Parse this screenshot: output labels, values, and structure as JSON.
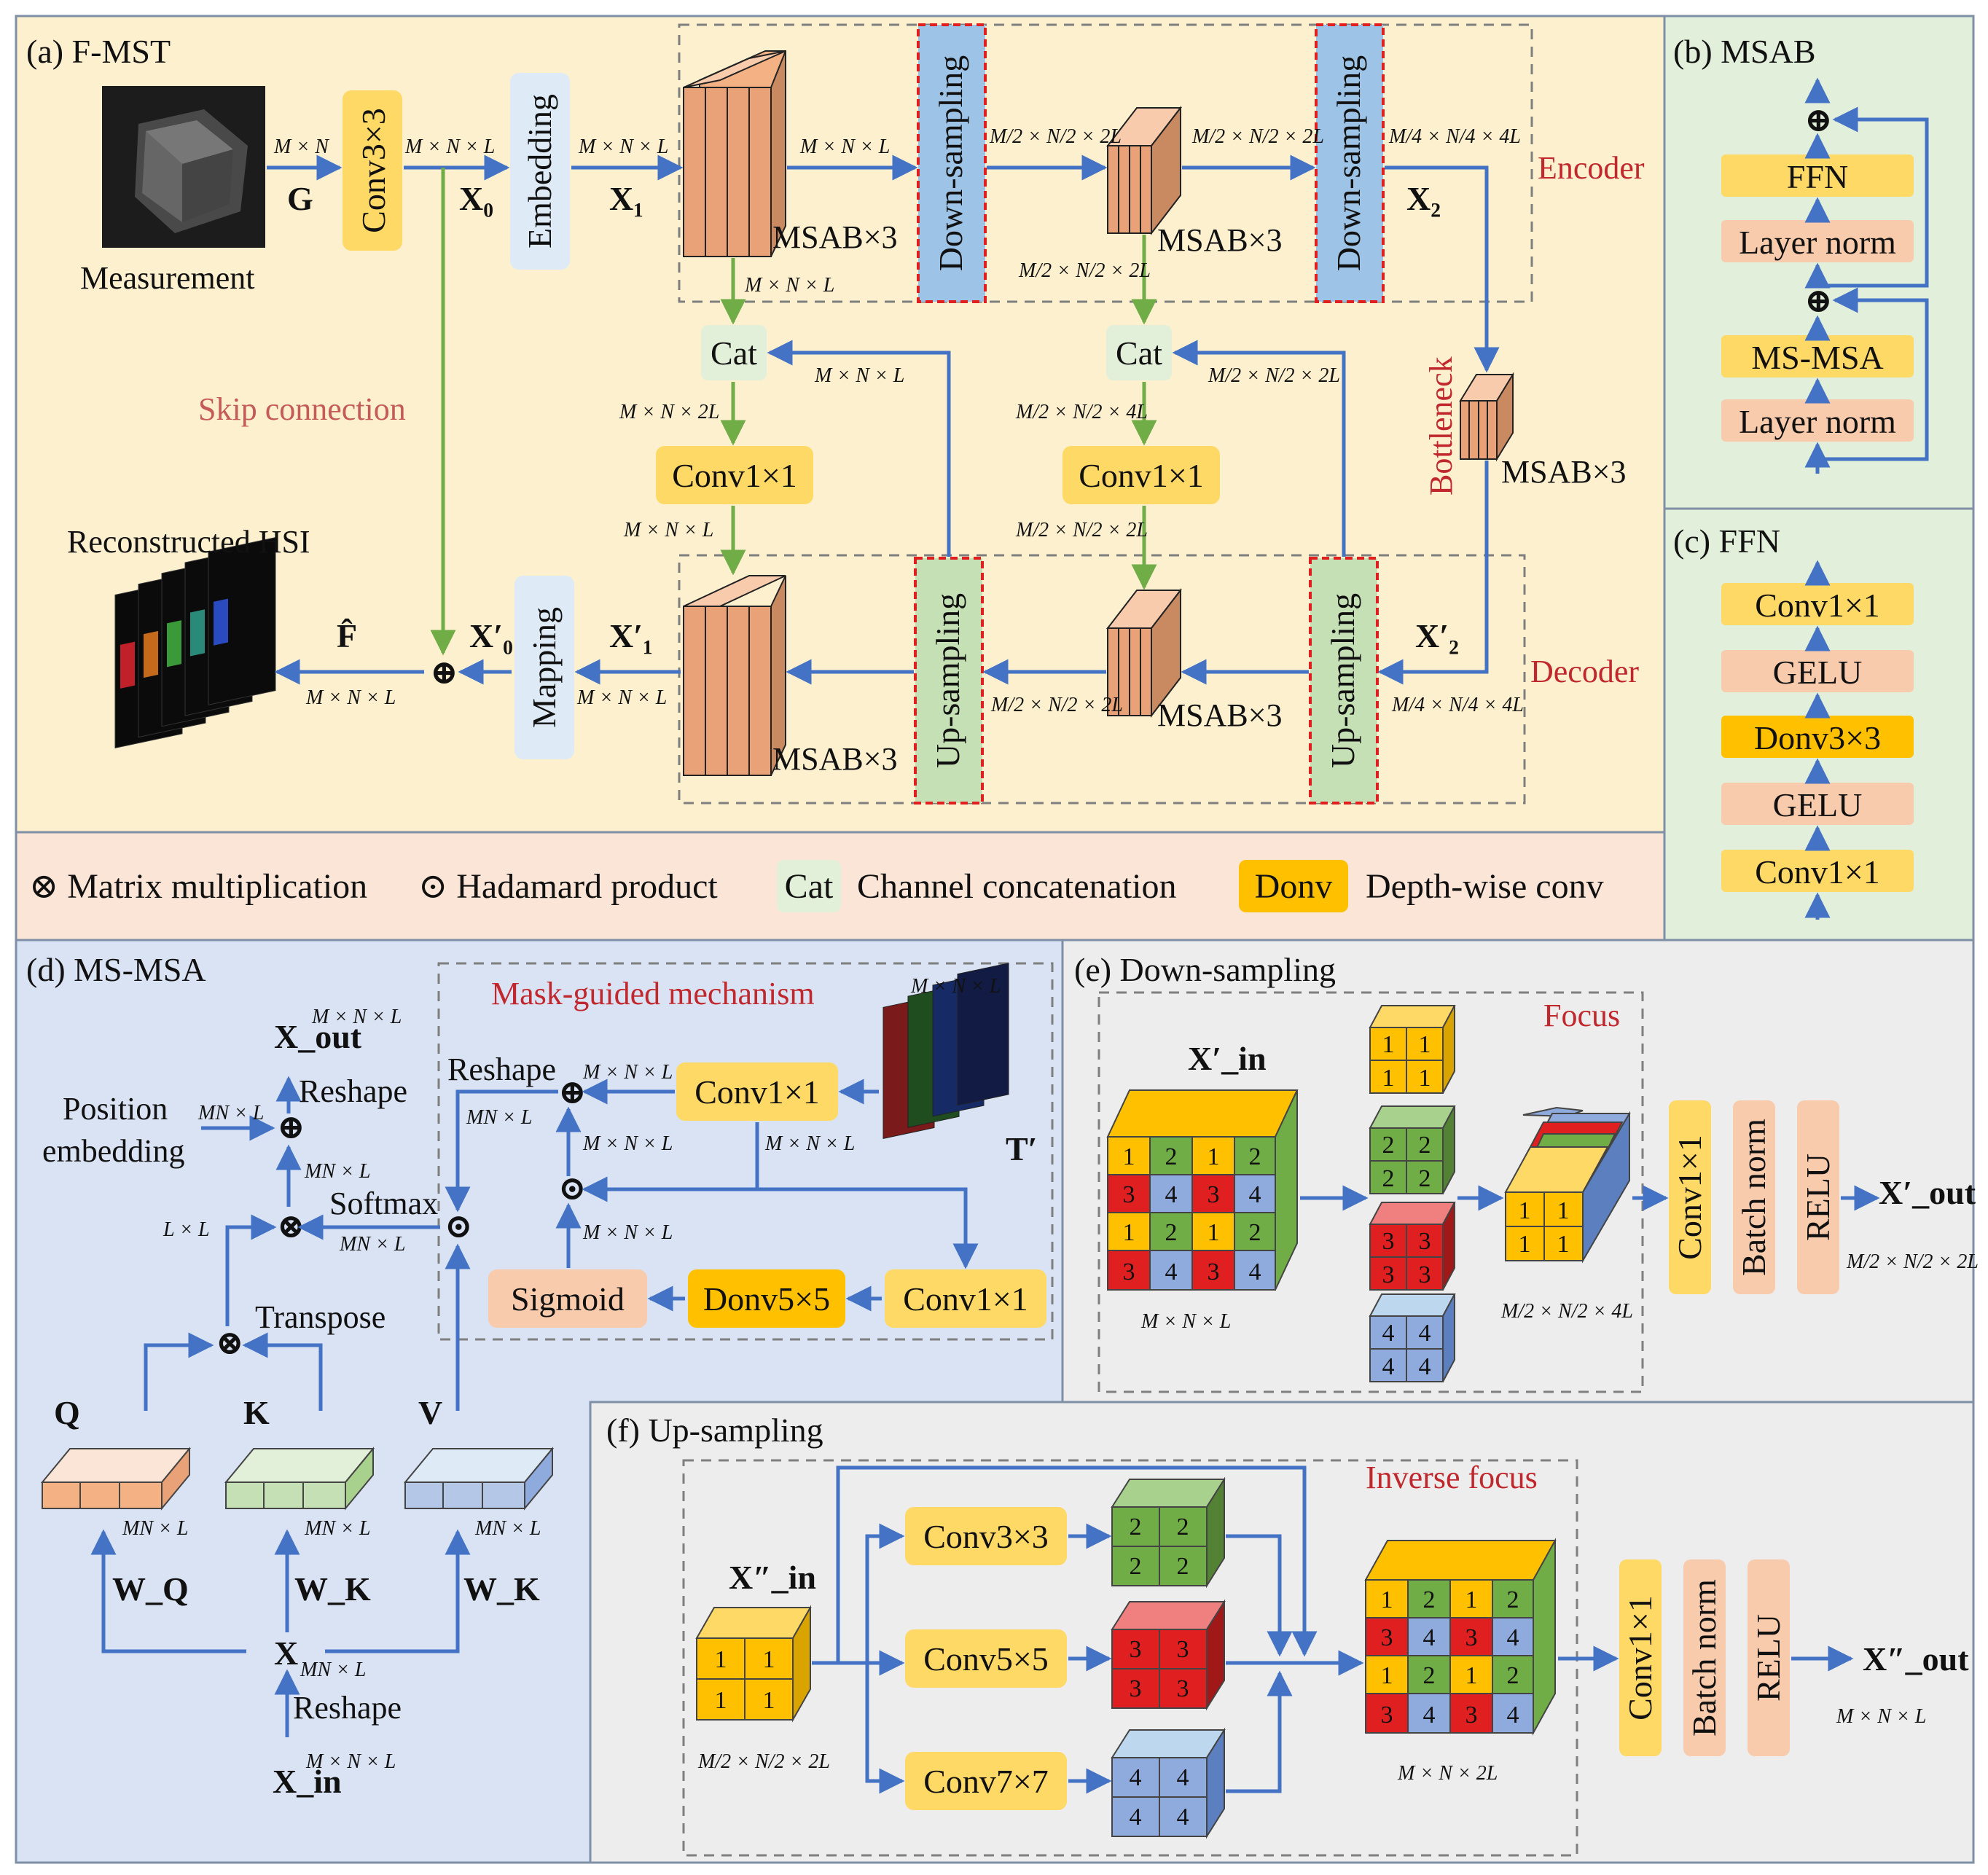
{
  "panels": {
    "a": "(a) F-MST",
    "b": "(b) MSAB",
    "c": "(c) FFN",
    "d": "(d) MS-MSA",
    "e": "(e) Down-sampling",
    "f": "(f) Up-sampling"
  },
  "a": {
    "measurement": "Measurement",
    "reconstructed": "Reconstructed HSI",
    "skip": "Skip connection",
    "encoder": "Encoder",
    "decoder": "Decoder",
    "bottleneck": "Bottleneck",
    "conv3": "Conv3×3",
    "embedding": "Embedding",
    "mapping": "Mapping",
    "down": "Down-sampling",
    "up": "Up-sampling",
    "cat": "Cat",
    "conv1": "Conv1×1",
    "msab3": "MSAB×3",
    "G": "G",
    "X0": "X₀",
    "X1": "X₁",
    "X2": "X₂",
    "X0p": "X′₀",
    "X1p": "X′₁",
    "X2p": "X′₂",
    "F": "F̂",
    "oplus": "⊕",
    "d_MN": "M × N",
    "d_MNL": "M × N × L",
    "d_MN2L": "M × N × 2L",
    "d_half2L": "M/2 × N/2 × 2L",
    "d_half4L": "M/2 × N/2 × 4L",
    "d_quarter4L": "M/4 × N/4 × 4L"
  },
  "b": {
    "ffn": "FFN",
    "layernorm": "Layer norm",
    "msmsa": "MS-MSA",
    "oplus": "⊕"
  },
  "c": {
    "conv1": "Conv1×1",
    "gelu": "GELU",
    "donv3": "Donv3×3"
  },
  "legend": {
    "matmul": "⊗ Matrix multiplication",
    "hadamard": "⊙ Hadamard product",
    "cat": "Cat",
    "cat_desc": "Channel concatenation",
    "donv": "Donv",
    "donv_desc": "Depth-wise conv"
  },
  "d": {
    "mask": "Mask-guided mechanism",
    "reshape": "Reshape",
    "position": "Position",
    "embedding": "embedding",
    "softmax": "Softmax",
    "transpose": "Transpose",
    "conv1": "Conv1×1",
    "donv5": "Donv5×5",
    "sigmoid": "Sigmoid",
    "Xout": "X_out",
    "Xin": "X_in",
    "X": "X",
    "Q": "Q",
    "K": "K",
    "V": "V",
    "WQ": "W_Q",
    "WK": "W_K",
    "Tp": "T′",
    "otimes": "⊗",
    "odot": "⊙",
    "oplus": "⊕",
    "d_MNL": "M × N × L",
    "d_MNxL": "MN × L",
    "d_LxL": "L × L"
  },
  "e": {
    "focus": "Focus",
    "Xin": "X′_in",
    "Xout": "X′_out",
    "conv1": "Conv1×1",
    "bn": "Batch norm",
    "relu": "RELU",
    "d_MNL": "M × N × L",
    "d_half4L": "M/2 × N/2 × 4L",
    "d_half2L": "M/2 × N/2 × 2L"
  },
  "f": {
    "invfocus": "Inverse focus",
    "Xin": "X″_in",
    "Xout": "X″_out",
    "conv3": "Conv3×3",
    "conv5": "Conv5×5",
    "conv7": "Conv7×7",
    "conv1": "Conv1×1",
    "bn": "Batch norm",
    "relu": "RELU",
    "d_MN2L": "M × N × 2L",
    "d_half2L": "M/2 × N/2 × 2L",
    "d_MNL": "M × N × L"
  },
  "cells": [
    "1",
    "2",
    "3",
    "4"
  ],
  "colors": {
    "panel_a": "#fdf0cf",
    "panel_green": "#e2efda",
    "legend_bg": "#fbe5d6",
    "panel_d": "#dae3f3",
    "panel_gray": "#ededed",
    "yellow_box": "#ffd966",
    "orange_box": "#ffc000",
    "salmon_box": "#f8cbad",
    "lightgreen_box": "#e2f0d9",
    "lightblue_box": "#deebf7",
    "blue_arrow": "#4472c4",
    "green_arrow": "#70ad47",
    "red_text": "#c0282d",
    "cell_yellow": "#ffc000",
    "cell_green": "#70ad47",
    "cell_red": "#e02020",
    "cell_blue": "#8faadc"
  }
}
